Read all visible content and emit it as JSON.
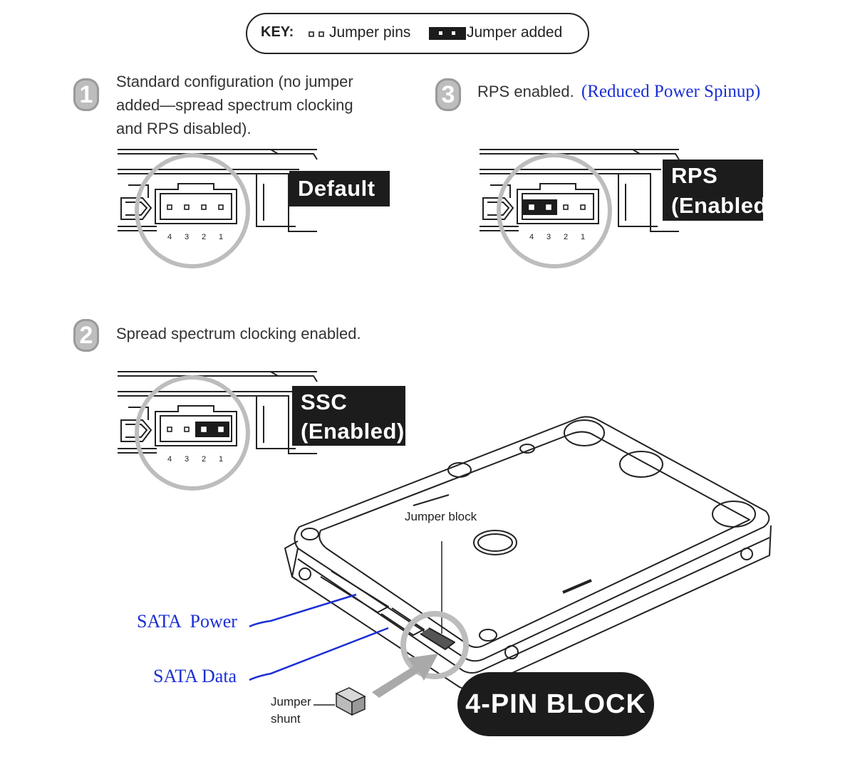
{
  "key": {
    "title": "KEY:",
    "pins_label": "Jumper pins",
    "added_label": "Jumper added"
  },
  "steps": [
    {
      "number": "1",
      "text_lines": [
        "Standard configuration (no jumper",
        "added—spread spectrum clocking",
        "and RPS disabled)."
      ],
      "label": "Default",
      "jumpered_pins": []
    },
    {
      "number": "2",
      "text_lines": [
        "Spread spectrum clocking enabled."
      ],
      "label_lines": [
        "SSC",
        "(Enabled)"
      ],
      "jumpered_pins": [
        2,
        1
      ]
    },
    {
      "number": "3",
      "text": "RPS enabled.",
      "extra_text": "(Reduced Power Spinup)",
      "label_lines": [
        "RPS",
        "(Enabled)"
      ],
      "jumpered_pins": [
        4,
        3
      ]
    }
  ],
  "pin_numbers": [
    "4",
    "3",
    "2",
    "1"
  ],
  "drive": {
    "jumper_block_label": "Jumper block",
    "sata_power_label": "SATA  Power",
    "sata_data_label": "SATA Data",
    "jumper_shunt_lines": [
      "Jumper",
      "shunt"
    ],
    "callout": "4-PIN BLOCK"
  },
  "colors": {
    "blue_annotation": "#1b2fd6",
    "label_bg": "#1c1c1c",
    "circle_gray": "#bdbdbd"
  }
}
